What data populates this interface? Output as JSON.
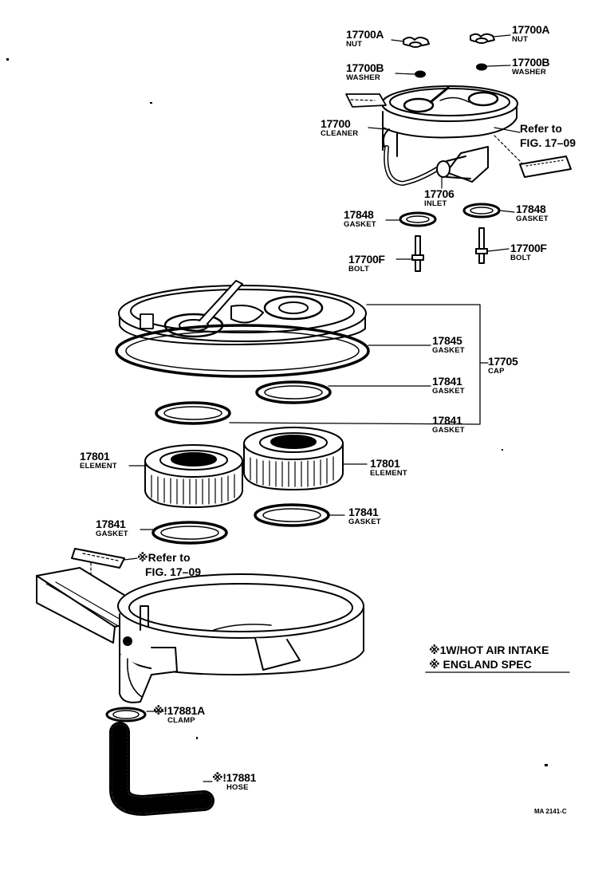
{
  "parts": {
    "nut_left": {
      "number": "17700A",
      "name": "NUT"
    },
    "nut_right": {
      "number": "17700A",
      "name": "NUT"
    },
    "washer_left": {
      "number": "17700B",
      "name": "WASHER"
    },
    "washer_right": {
      "number": "17700B",
      "name": "WASHER"
    },
    "cleaner": {
      "number": "17700",
      "name": "CLEANER"
    },
    "inlet": {
      "number": "17706",
      "name": "INLET"
    },
    "gasket_17848_left": {
      "number": "17848",
      "name": "GASKET"
    },
    "gasket_17848_right": {
      "number": "17848",
      "name": "GASKET"
    },
    "bolt_left": {
      "number": "17700F",
      "name": "BOLT"
    },
    "bolt_right": {
      "number": "17700F",
      "name": "BOLT"
    },
    "gasket_17845": {
      "number": "17845",
      "name": "GASKET"
    },
    "cap": {
      "number": "17705",
      "name": "CAP"
    },
    "gasket_17841_a": {
      "number": "17841",
      "name": "GASKET"
    },
    "gasket_17841_b": {
      "number": "17841",
      "name": "GASKET"
    },
    "element_left": {
      "number": "17801",
      "name": "ELEMENT"
    },
    "element_right": {
      "number": "17801",
      "name": "ELEMENT"
    },
    "gasket_17841_c": {
      "number": "17841",
      "name": "GASKET"
    },
    "gasket_17841_d": {
      "number": "17841",
      "name": "GASKET"
    },
    "clamp": {
      "number": "※!17881A",
      "name": "CLAMP"
    },
    "hose": {
      "number": "※!17881",
      "name": "HOSE"
    }
  },
  "refs": {
    "top": [
      "Refer to",
      "FIG. 17–09"
    ],
    "bottom": [
      "※Refer to",
      "FIG. 17–09"
    ]
  },
  "notes": {
    "hot_air": "※1W/HOT AIR INTAKE",
    "england": "※  ENGLAND SPEC"
  },
  "drawing_code": "MA 2141-C"
}
